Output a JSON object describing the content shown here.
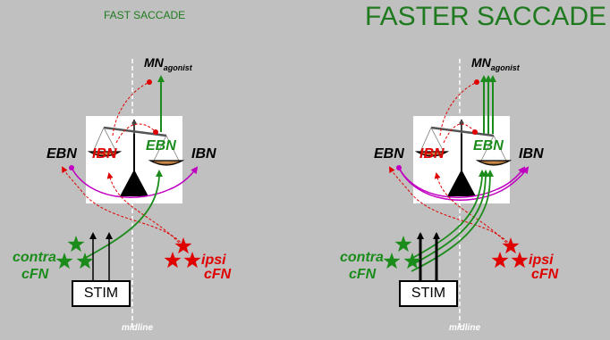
{
  "panels": [
    {
      "title": "FAST SACCADE",
      "mn": "MN",
      "mn_sub": "agonist",
      "ebn_left": "EBN",
      "ibn_red": "IBN",
      "ebn_green": "EBN",
      "ibn_right": "IBN",
      "contra": "contra",
      "cfn_left": "cFN",
      "ipsi": "ipsi",
      "cfn_right": "cFN",
      "stim": "STIM",
      "midline": "midline"
    },
    {
      "title": "FASTER SACCADE",
      "mn": "MN",
      "mn_sub": "agonist",
      "ebn_left": "EBN",
      "ibn_red": "IBN",
      "ebn_green": "EBN",
      "ibn_right": "IBN",
      "contra": "contra",
      "cfn_left": "cFN",
      "ipsi": "ipsi",
      "cfn_right": "cFN",
      "stim": "STIM",
      "midline": "midline"
    }
  ],
  "colors": {
    "background": "#c0c0c0",
    "excitatory": "#1b8c1b",
    "inhibitory": "#e00000",
    "ebn_projection": "#c000c0",
    "title": "#1f7a1f"
  }
}
